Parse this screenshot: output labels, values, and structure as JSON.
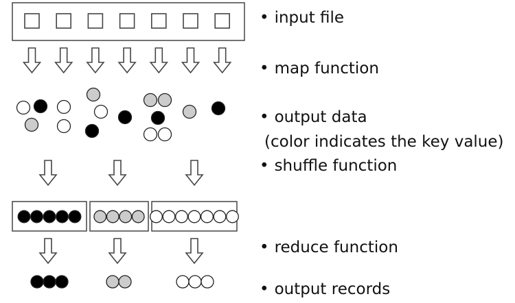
{
  "labels": {
    "bullet": "•",
    "input_file": "input file",
    "map_function": "map function",
    "output_data": "output data",
    "output_data_note": "(color indicates the key value)",
    "shuffle_function": "shuffle function",
    "reduce_function": "reduce function",
    "output_records": "output records"
  },
  "colors": {
    "black_key": "#000000",
    "gray_key": "#cccccc",
    "white_key": "#ffffff",
    "stroke": "#444444"
  },
  "diagram": {
    "input_cells": 7,
    "map_arrows": 7,
    "intermediate_records": [
      "white",
      "black",
      "gray",
      "white",
      "white",
      "gray",
      "white",
      "black",
      "black",
      "gray",
      "gray",
      "black",
      "white",
      "white",
      "gray",
      "black"
    ],
    "groups": [
      {
        "key": "black",
        "count": 5
      },
      {
        "key": "gray",
        "count": 4
      },
      {
        "key": "white",
        "count": 7
      }
    ],
    "outputs": [
      {
        "key": "black",
        "count": 3
      },
      {
        "key": "gray",
        "count": 2
      },
      {
        "key": "white",
        "count": 3
      }
    ]
  }
}
